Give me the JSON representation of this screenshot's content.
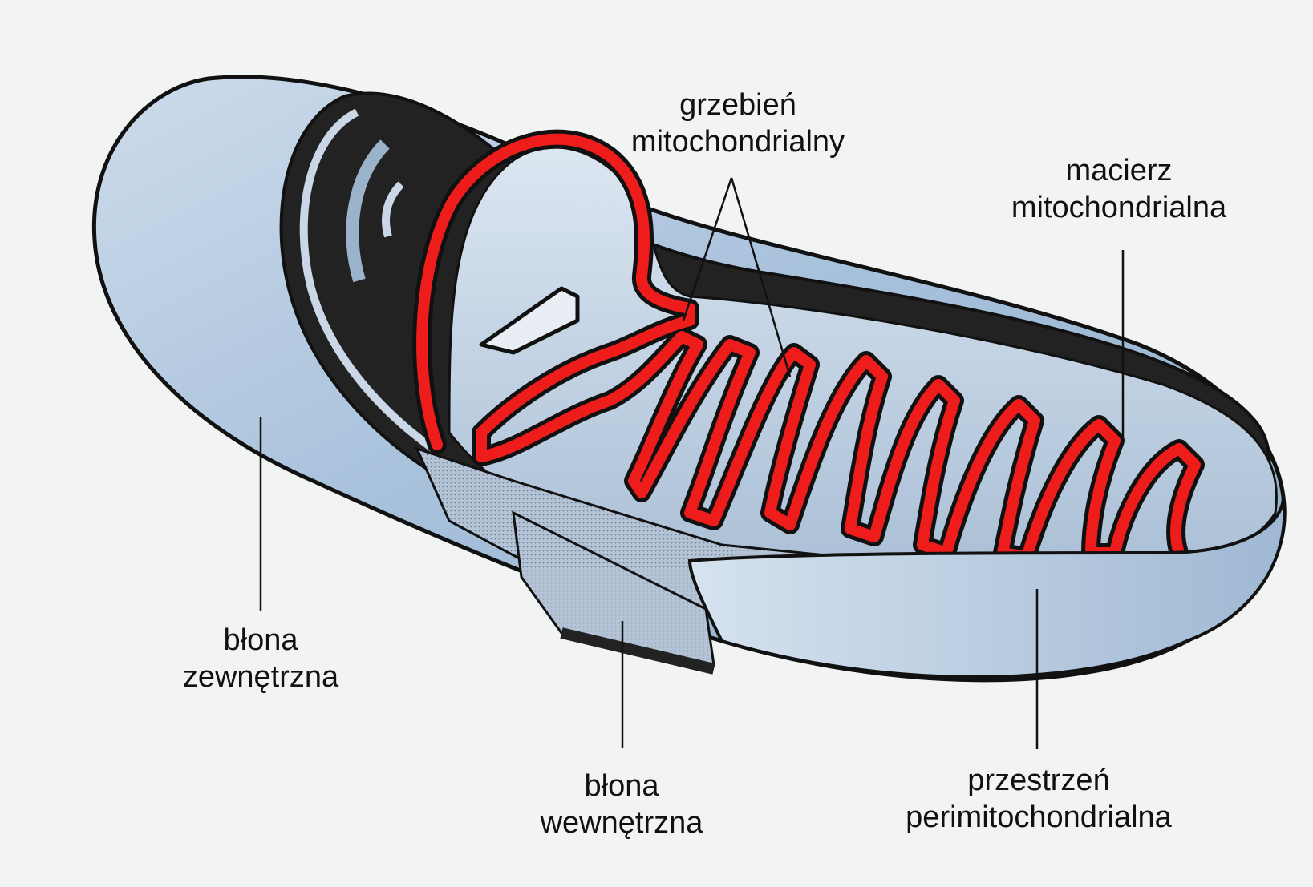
{
  "diagram": {
    "subject": "mitochondrion",
    "colors": {
      "background": "#f2f3f3",
      "outer_membrane_fill": "#a9c2dc",
      "inner_fill": "#c4d5e6",
      "crista_membrane": "#ef1c1c",
      "outline": "#111111",
      "dark_interior": "#222222"
    },
    "labels": {
      "crista": {
        "line1": "grzebień",
        "line2": "mitochondrialny"
      },
      "matrix": {
        "line1": "macierz",
        "line2": "mitochondrialna"
      },
      "outer_membrane": {
        "line1": "błona",
        "line2": "zewnętrzna"
      },
      "inner_membrane": {
        "line1": "błona",
        "line2": "wewnętrzna"
      },
      "intermembrane_space": {
        "line1": "przestrzeń",
        "line2": "perimitochondrialna"
      }
    }
  }
}
